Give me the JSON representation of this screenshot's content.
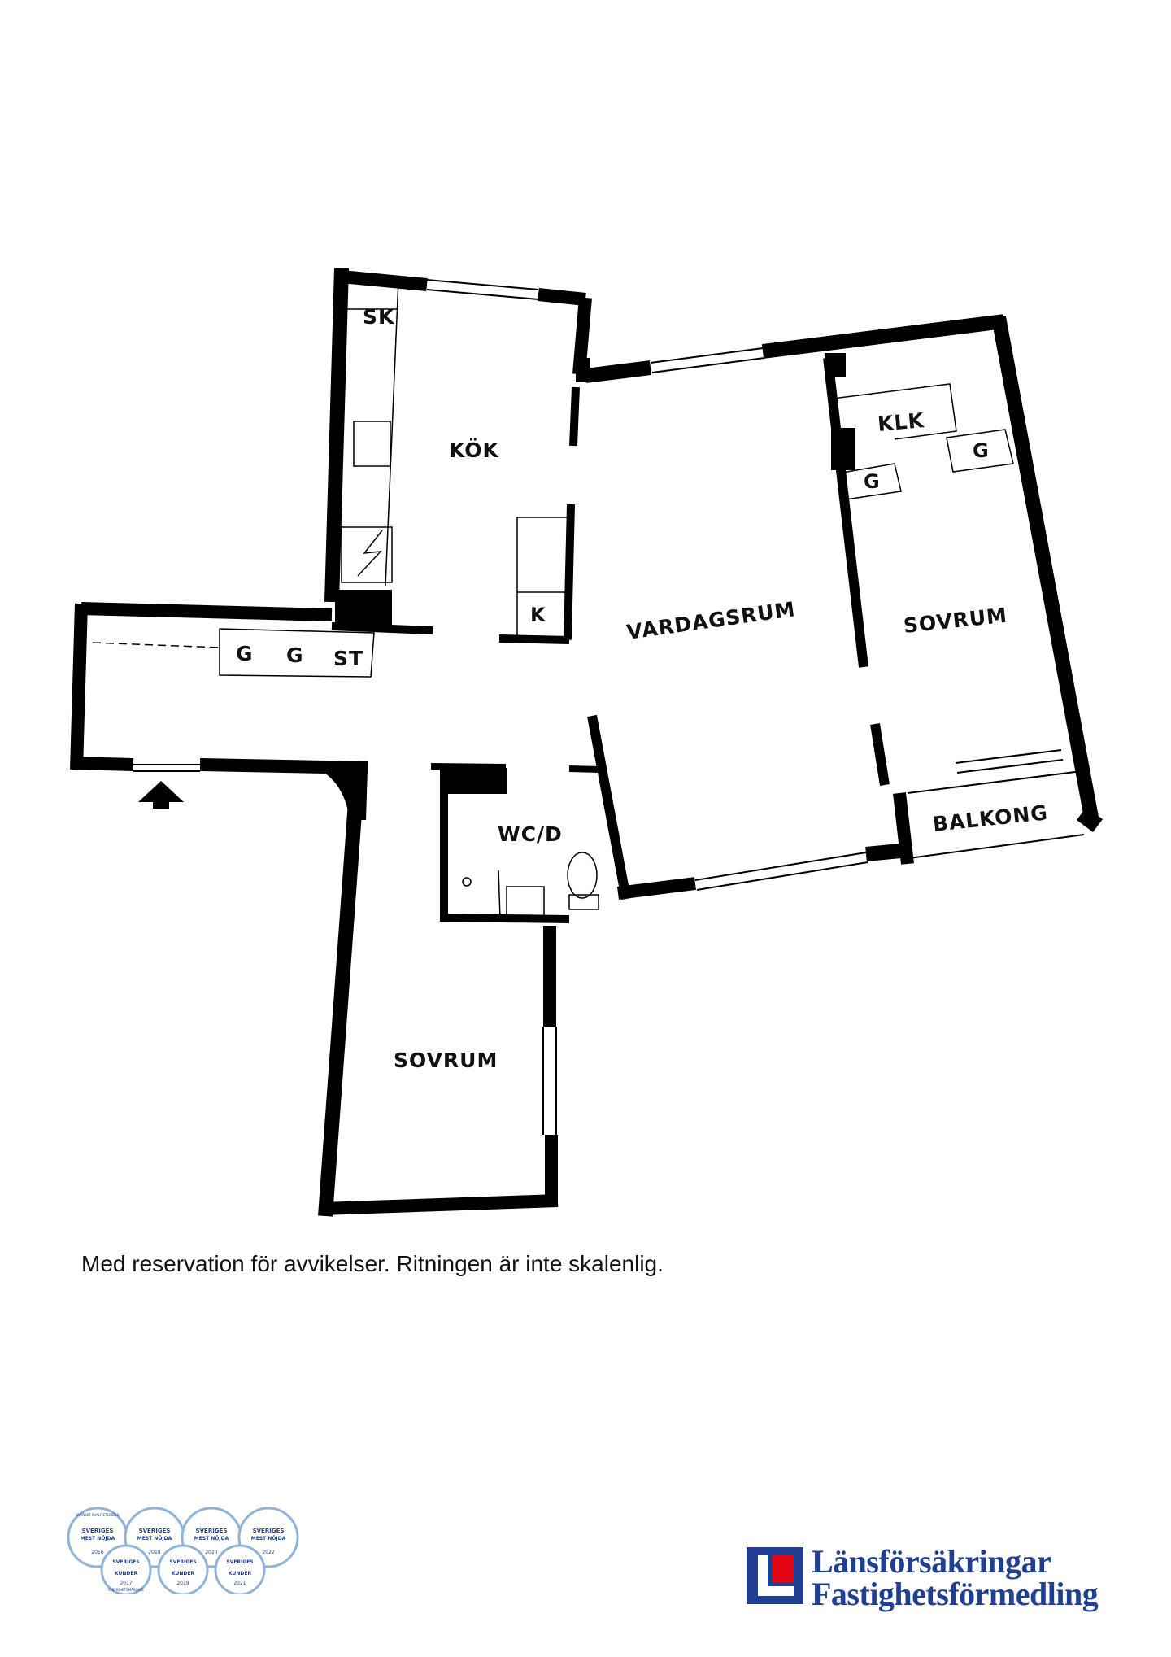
{
  "rooms": {
    "kok": "KÖK",
    "sk": "SK",
    "k": "K",
    "vardagsrum": "VARDAGSRUM",
    "klk": "KLK",
    "g_closet_1": "G",
    "g_closet_2": "G",
    "sovrum_right": "SOVRUM",
    "balkong": "BALKONG",
    "g_hall_1": "G",
    "g_hall_2": "G",
    "st": "ST",
    "wcd": "WC/D",
    "sovrum_bottom": "SOVRUM"
  },
  "disclaimer": "Med reservation för avvikelser. Ritningen är inte skalenlig.",
  "brand": {
    "line1": "Länsförsäkringar",
    "line2": "Fastighetsförmedling",
    "color": "#1f3f93"
  },
  "badges": {
    "top_arc": "SVENSKT KVALITETSINDEX",
    "line1": "SVERIGES",
    "line2": "MEST NÖJDA",
    "line3": "KUNDER",
    "bottom_arc": "FASTIGHETSMÄKLARE",
    "years_top": [
      "2016",
      "2018",
      "2020",
      "2022"
    ],
    "years_bottom": [
      "2017",
      "2019",
      "2021"
    ]
  }
}
